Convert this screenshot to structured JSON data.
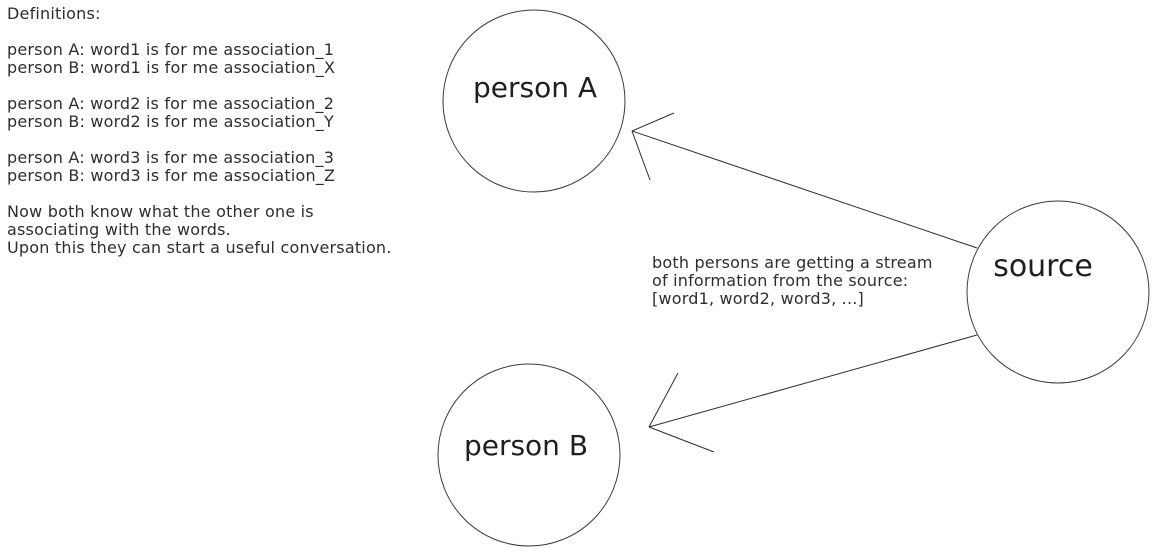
{
  "page": {
    "background_color": "#ffffff",
    "ink_color": "#2e2e2e"
  },
  "definitions_block": {
    "lines": [
      "Definitions:",
      "",
      "person A: word1 is for me association_1",
      "person B: word1 is for me association_X",
      "",
      "person A: word2 is for me association_2",
      "person B: word2 is for me association_Y",
      "",
      "person A: word3 is for me association_3",
      "person B: word3 is for me association_Z",
      "",
      "Now both know what the other one is",
      "associating with the words.",
      "Upon this they can start a useful conversation."
    ]
  },
  "annotation_block": {
    "lines": [
      "both persons are getting a stream",
      "of information from the source:",
      "[word1, word2, word3, ...]"
    ]
  },
  "nodes": {
    "person_a": {
      "label": "person A"
    },
    "person_b": {
      "label": "person B"
    },
    "source": {
      "label": "source"
    }
  },
  "edges": [
    {
      "from": "source",
      "to": "person_a",
      "style": "arrow"
    },
    {
      "from": "source",
      "to": "person_b",
      "style": "arrow"
    }
  ]
}
